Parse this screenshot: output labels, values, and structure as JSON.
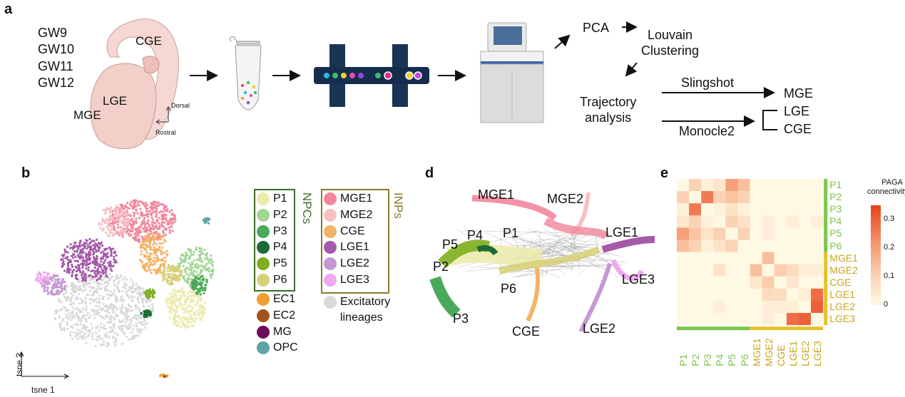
{
  "panels": {
    "a": "a",
    "b": "b",
    "d": "d",
    "e": "e"
  },
  "panel_a": {
    "weeks": [
      "GW9",
      "GW10",
      "GW11",
      "GW12"
    ],
    "regions": {
      "cge": "CGE",
      "lge": "LGE",
      "mge": "MGE"
    },
    "axes": {
      "dorsal": "Dorsal",
      "rostral": "Rostral"
    },
    "pipeline": {
      "pca": "PCA",
      "louvain": "Louvain\nClustering",
      "trajectory": "Trajectory\nanalysis",
      "slingshot": "Slingshot",
      "monocle": "Monocle2",
      "outputs": [
        "MGE",
        "LGE",
        "CGE"
      ]
    },
    "droplet_colors": [
      "#2ab7e5",
      "#37c06a",
      "#f2d22b",
      "#e54bb5",
      "#8d4ae0",
      "#37c06a",
      "#e8298f",
      "#f2d22b",
      "#c24bde"
    ]
  },
  "panel_b": {
    "axis_x": "tsne 1",
    "axis_y": "tsne 2",
    "npc_group_label": "NPCs",
    "inp_group_label": "INPs",
    "npcs": [
      {
        "name": "P1",
        "color": "#ecebae"
      },
      {
        "name": "P2",
        "color": "#a3d595"
      },
      {
        "name": "P3",
        "color": "#4aa95a"
      },
      {
        "name": "P4",
        "color": "#1d6b34"
      },
      {
        "name": "P5",
        "color": "#7fae1f"
      },
      {
        "name": "P6",
        "color": "#d8cf77"
      }
    ],
    "others": [
      {
        "name": "EC1",
        "color": "#f0a032"
      },
      {
        "name": "EC2",
        "color": "#a3541c"
      },
      {
        "name": "MG",
        "color": "#6b0f5c"
      },
      {
        "name": "OPC",
        "color": "#5fa3a7"
      }
    ],
    "inps": [
      {
        "name": "MGE1",
        "color": "#f2869c"
      },
      {
        "name": "MGE2",
        "color": "#f6c1c4"
      },
      {
        "name": "CGE",
        "color": "#f4b366"
      },
      {
        "name": "LGE1",
        "color": "#a45aa9"
      },
      {
        "name": "LGE2",
        "color": "#c498d3"
      },
      {
        "name": "LGE3",
        "color": "#f0a7f0"
      }
    ],
    "excitatory": {
      "name": "Excitatory\nlineages",
      "color": "#d9d9d9"
    }
  },
  "panel_d": {
    "labels": [
      "MGE1",
      "MGE2",
      "P4",
      "P1",
      "P5",
      "LGE1",
      "P2",
      "LGE3",
      "P6",
      "P3",
      "CGE",
      "LGE2"
    ]
  },
  "panel_e": {
    "legend_title": "PAGA\nconnectivity",
    "legend_ticks": [
      "0.3",
      "0.2",
      "0.1",
      "0"
    ],
    "chart_data": {
      "type": "heatmap",
      "title": "",
      "rows": [
        "P1",
        "P2",
        "P3",
        "P4",
        "P5",
        "P6",
        "MGE1",
        "MGE2",
        "CGE",
        "LGE1",
        "LGE2",
        "LGE3"
      ],
      "cols": [
        "P1",
        "P2",
        "P3",
        "P4",
        "P5",
        "P6",
        "MGE1",
        "MGE2",
        "CGE",
        "LGE1",
        "LGE2",
        "LGE3"
      ],
      "color_range": [
        0,
        0.35
      ],
      "values": [
        [
          0.0,
          0.1,
          0.02,
          0.05,
          0.2,
          0.14,
          0.0,
          0.0,
          0.0,
          0.0,
          0.0,
          0.0
        ],
        [
          0.1,
          0.0,
          0.26,
          0.1,
          0.13,
          0.1,
          0.0,
          0.0,
          0.0,
          0.0,
          0.0,
          0.0
        ],
        [
          0.02,
          0.26,
          0.0,
          0.02,
          0.06,
          0.02,
          0.0,
          0.0,
          0.0,
          0.0,
          0.0,
          0.0
        ],
        [
          0.05,
          0.1,
          0.02,
          0.0,
          0.1,
          0.06,
          0.0,
          0.03,
          0.0,
          0.03,
          0.0,
          0.03
        ],
        [
          0.2,
          0.13,
          0.06,
          0.1,
          0.0,
          0.1,
          0.0,
          0.03,
          0.0,
          0.0,
          0.0,
          0.0
        ],
        [
          0.14,
          0.1,
          0.02,
          0.06,
          0.1,
          0.0,
          0.0,
          0.0,
          0.0,
          0.0,
          0.0,
          0.0
        ],
        [
          0.0,
          0.0,
          0.0,
          0.0,
          0.0,
          0.0,
          0.0,
          0.14,
          0.0,
          0.0,
          0.0,
          0.0
        ],
        [
          0.0,
          0.0,
          0.0,
          0.06,
          0.0,
          0.0,
          0.14,
          0.0,
          0.11,
          0.08,
          0.03,
          0.03
        ],
        [
          0.0,
          0.0,
          0.0,
          0.0,
          0.0,
          0.0,
          0.05,
          0.11,
          0.0,
          0.05,
          0.0,
          0.0
        ],
        [
          0.0,
          0.0,
          0.0,
          0.0,
          0.0,
          0.0,
          0.0,
          0.08,
          0.08,
          0.0,
          0.03,
          0.28
        ],
        [
          0.0,
          0.0,
          0.0,
          0.03,
          0.0,
          0.0,
          0.0,
          0.03,
          0.03,
          0.03,
          0.0,
          0.3
        ],
        [
          0.0,
          0.0,
          0.0,
          0.0,
          0.0,
          0.0,
          0.0,
          0.03,
          0.0,
          0.28,
          0.3,
          0.0
        ]
      ]
    }
  },
  "colors": {
    "npc_green": "#3b6e2a",
    "inp_gold": "#8b7a2a",
    "npc_bar": "#7dc54a",
    "inp_bar": "#e5c22a"
  }
}
